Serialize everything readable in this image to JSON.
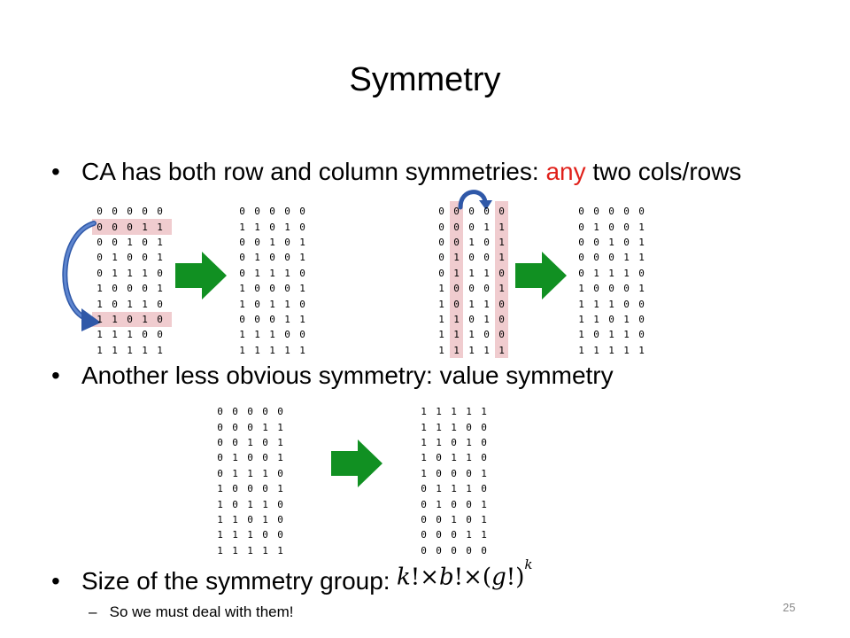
{
  "slide": {
    "title": "Symmetry",
    "bullets": {
      "b1_pre": "CA has both row and column symmetries: ",
      "b1_highlight": "any",
      "b1_post": " two cols/rows",
      "b2": "Another less obvious symmetry: value symmetry",
      "b3": "Size of the symmetry group:",
      "sub": "So we must deal with them!",
      "sub_dash": "–"
    },
    "bullet_symbol": "•",
    "slide_number": "25",
    "formula": {
      "k1": "k",
      "b": "b",
      "g": "g",
      "k2": "k",
      "bang": "!",
      "times": "×",
      "lparen": "(",
      "rparen": ")"
    },
    "colors": {
      "highlight_text": "#e0201a",
      "row_col_highlight": "#f0cccf",
      "arrow_green": "#119022",
      "swap_arrow_blue": "#2f58a8"
    },
    "matrices": {
      "m1": {
        "rows": [
          "0 0 0 0 0",
          "0 0 0 1 1",
          "0 0 1 0 1",
          "0 1 0 0 1",
          "0 1 1 1 0",
          "1 0 0 0 1",
          "1 0 1 1 0",
          "1 1 0 1 0",
          "1 1 1 0 0",
          "1 1 1 1 1"
        ],
        "highlight_rows": [
          1,
          7
        ]
      },
      "m2": {
        "rows": [
          "0 0 0 0 0",
          "1 1 0 1 0",
          "0 0 1 0 1",
          "0 1 0 0 1",
          "0 1 1 1 0",
          "1 0 0 0 1",
          "1 0 1 1 0",
          "0 0 0 1 1",
          "1 1 1 0 0",
          "1 1 1 1 1"
        ]
      },
      "m3": {
        "rows": [
          "0 0 0 0 0",
          "0 0 0 1 1",
          "0 0 1 0 1",
          "0 1 0 0 1",
          "0 1 1 1 0",
          "1 0 0 0 1",
          "1 0 1 1 0",
          "1 1 0 1 0",
          "1 1 1 0 0",
          "1 1 1 1 1"
        ],
        "highlight_cols": [
          1,
          4
        ]
      },
      "m4": {
        "rows": [
          "0 0 0 0 0",
          "0 1 0 0 1",
          "0 0 1 0 1",
          "0 0 0 1 1",
          "0 1 1 1 0",
          "1 0 0 0 1",
          "1 1 1 0 0",
          "1 1 0 1 0",
          "1 0 1 1 0",
          "1 1 1 1 1"
        ]
      },
      "m5": {
        "rows": [
          "0 0 0 0 0",
          "0 0 0 1 1",
          "0 0 1 0 1",
          "0 1 0 0 1",
          "0 1 1 1 0",
          "1 0 0 0 1",
          "1 0 1 1 0",
          "1 1 0 1 0",
          "1 1 1 0 0",
          "1 1 1 1 1"
        ]
      },
      "m6": {
        "rows": [
          "1 1 1 1 1",
          "1 1 1 0 0",
          "1 1 0 1 0",
          "1 0 1 1 0",
          "1 0 0 0 1",
          "0 1 1 1 0",
          "0 1 0 0 1",
          "0 0 1 0 1",
          "0 0 0 1 1",
          "0 0 0 0 0"
        ]
      }
    }
  }
}
